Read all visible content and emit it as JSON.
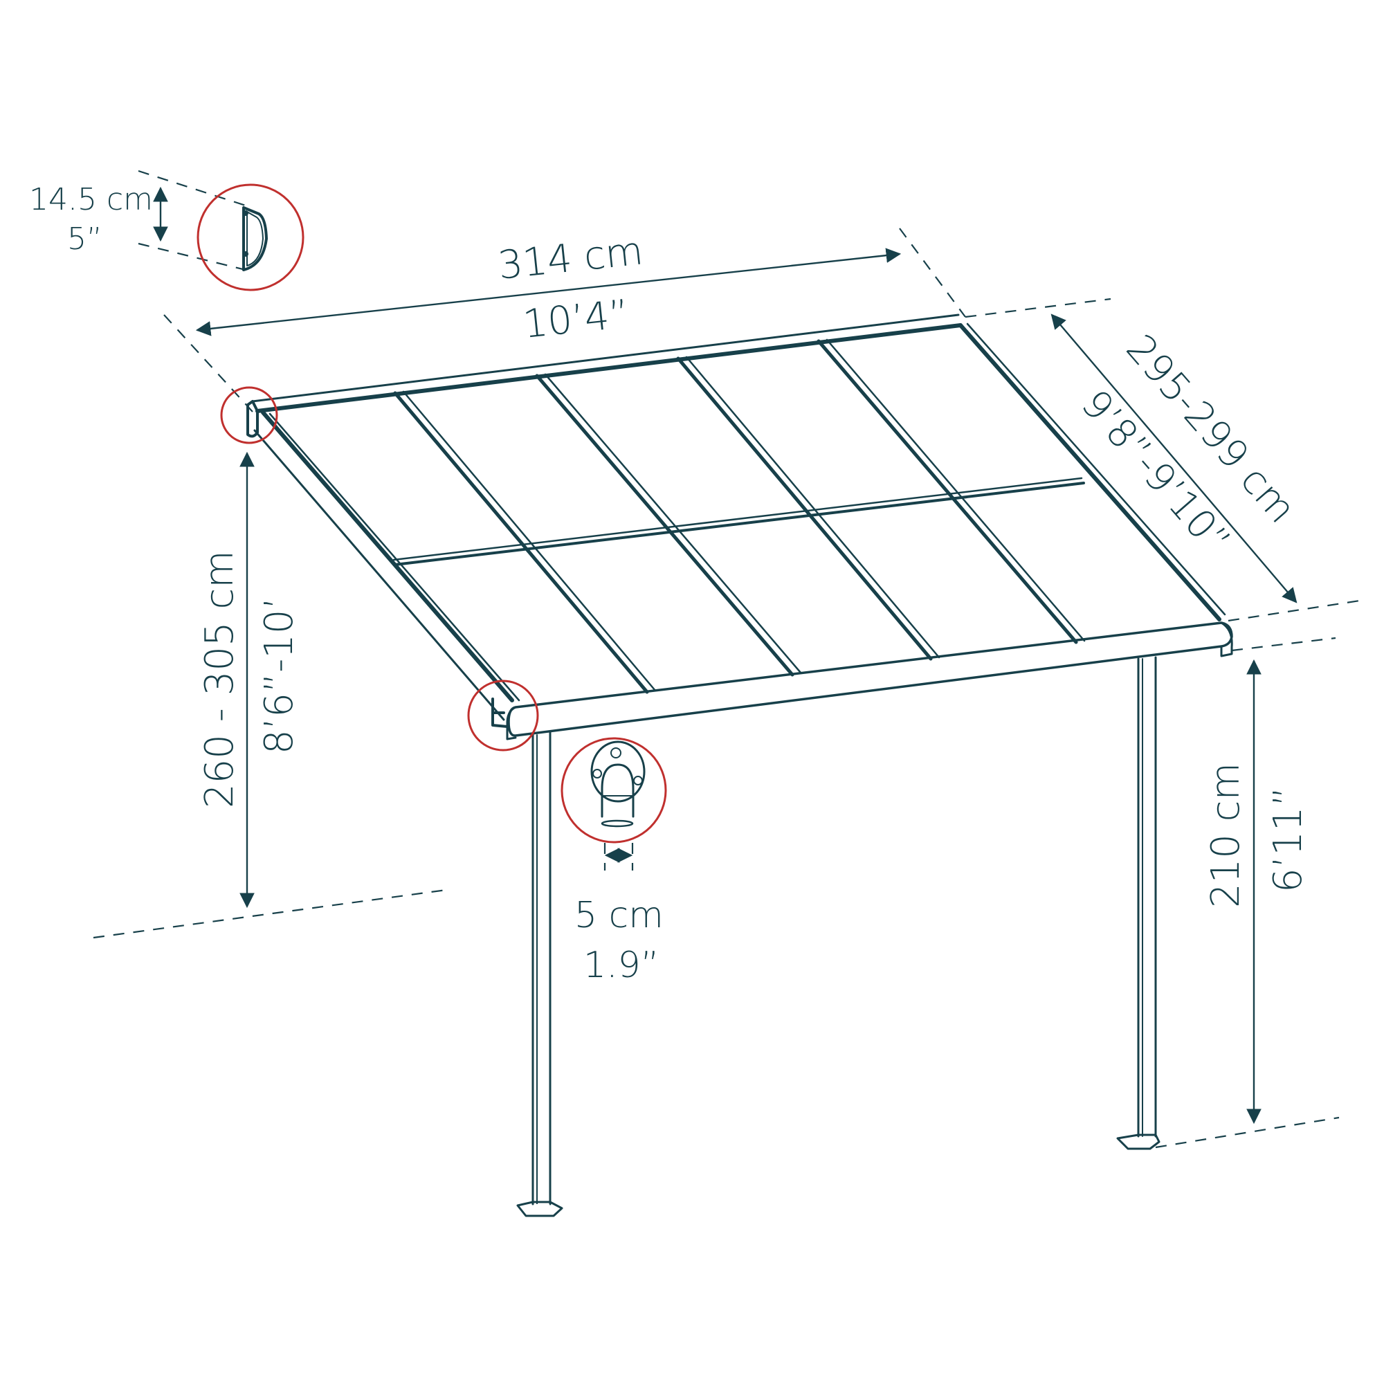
{
  "title": "Wall-mounted patio cover dimensions",
  "colors": {
    "line": "#17404a",
    "highlight_circle": "#c0302e",
    "background": "#ffffff"
  },
  "dimensions": {
    "width": {
      "metric": "314 cm",
      "imperial": "10’4”"
    },
    "depth": {
      "metric": "295-299 cm",
      "imperial": "9’8”-9’10”"
    },
    "wall_height": {
      "metric": "260 - 305 cm",
      "imperial": "8’6”-10’"
    },
    "front_height": {
      "metric": "210 cm",
      "imperial": "6’11”"
    },
    "profile_height": {
      "metric": "14.5 cm",
      "imperial": "5”"
    },
    "post_width": {
      "metric": "5 cm",
      "imperial": "1.9”"
    }
  },
  "callouts": [
    {
      "name": "wall-bracket-profile",
      "description": "D-shaped wall bracket profile"
    },
    {
      "name": "top-left-wall-bracket",
      "description": "wall bracket detail"
    },
    {
      "name": "front-beam-end-cap",
      "description": "front beam end cap detail"
    },
    {
      "name": "post-connector",
      "description": "post top connector detail"
    }
  ]
}
